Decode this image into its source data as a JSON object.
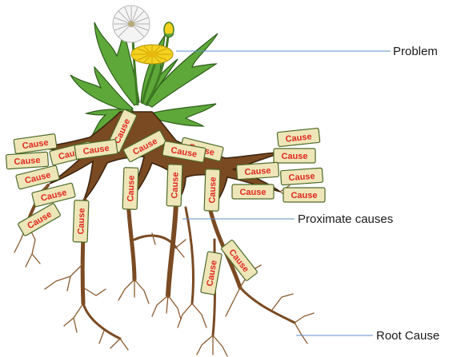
{
  "labels": {
    "problem": "Problem",
    "proximate": "Proximate causes",
    "root": "Root Cause"
  },
  "cause_tag_text": "Cause",
  "cause_tag_count": 23,
  "colors": {
    "callout_line": "#5b8fc9",
    "root_fill": "#7a4a22",
    "root_stroke": "#3a220e",
    "leaf_fill": "#5ea83a",
    "leaf_stroke": "#2e5e1a",
    "flower_yellow": "#f4d21e",
    "tag_fill": "#eee6b8",
    "tag_stroke": "#4d6b2a",
    "tag_text": "#e0281e"
  }
}
